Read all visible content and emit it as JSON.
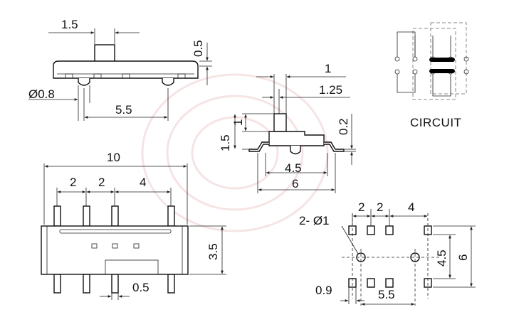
{
  "dimensions": {
    "side_top_width": "1.5",
    "side_knob_height": "0.5",
    "side_pin_diameter": "Ø0.8",
    "side_pin_pitch": "5.5",
    "end_width_1": "1",
    "end_width_125": "1.25",
    "end_height_15": "1.5",
    "end_height_1": "1",
    "end_lead_thickness": "0.2",
    "end_body_width": "4.5",
    "end_total_width": "6",
    "top_total_length": "10",
    "top_pitch_a": "2",
    "top_pitch_b": "2",
    "top_pitch_c": "4",
    "top_body_height": "3.5",
    "top_pad_width": "0.5",
    "pcb_pitch_a": "2",
    "pcb_pitch_b": "2",
    "pcb_pitch_c": "4",
    "pcb_hole_spec": "2- Ø1",
    "pcb_row_spacing_45": "4.5",
    "pcb_row_spacing_6": "6",
    "pcb_pad_size": "0.9",
    "pcb_hole_pitch": "5.5"
  },
  "circuit": {
    "label": "CIRCUIT"
  },
  "colors": {
    "ink": "#111111",
    "watermark": "#e8b4b4"
  }
}
